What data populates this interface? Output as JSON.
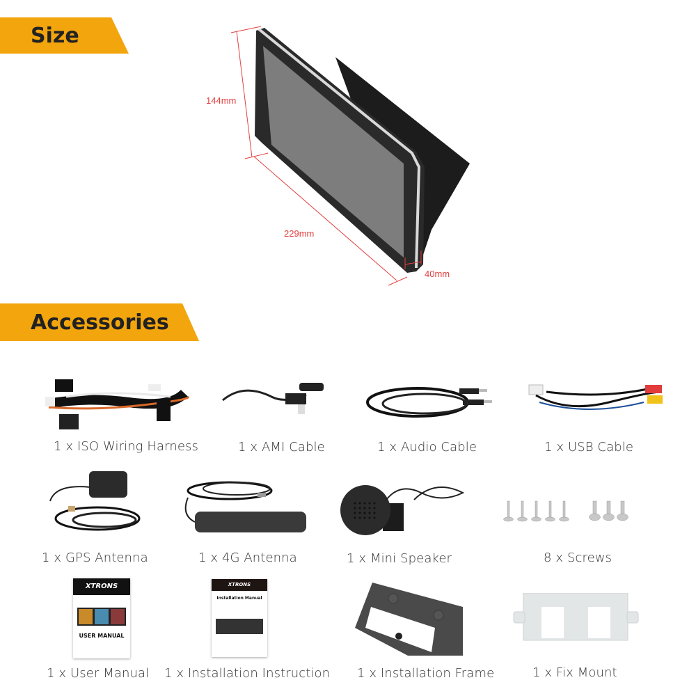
{
  "sections": {
    "size": {
      "title": "Size"
    },
    "accessories": {
      "title": "Accessories"
    }
  },
  "colors": {
    "banner": "#f2a50c",
    "dimension": "#e2403f",
    "text": "#333333"
  },
  "product": {
    "name": "tablet-display",
    "dimensions": {
      "height": "144mm",
      "width": "229mm",
      "depth": "40mm"
    }
  },
  "accessories": [
    {
      "label": "1 x ISO Wiring Harness",
      "icon": "wiring-harness"
    },
    {
      "label": "1 x AMI Cable",
      "icon": "ami-cable"
    },
    {
      "label": "1 x Audio Cable",
      "icon": "audio-cable"
    },
    {
      "label": "1 x  USB Cable",
      "icon": "usb-cable"
    },
    {
      "label": "1 x GPS Antenna",
      "icon": "gps-antenna"
    },
    {
      "label": "1 x 4G Antenna",
      "icon": "4g-antenna"
    },
    {
      "label": "1 x Mini Speaker",
      "icon": "mini-speaker"
    },
    {
      "label": "8 x Screws",
      "icon": "screws"
    },
    {
      "label": "1 x User Manual",
      "icon": "user-manual"
    },
    {
      "label": "1 x Installation Instruction",
      "icon": "installation-manual"
    },
    {
      "label": "1 x Installation Frame",
      "icon": "installation-frame"
    },
    {
      "label": "1 x Fix Mount",
      "icon": "fix-mount"
    }
  ],
  "manuals": {
    "brand": "XTRONS",
    "user_manual_title": "USER MANUAL",
    "install_manual_title": "Installation Manual"
  }
}
